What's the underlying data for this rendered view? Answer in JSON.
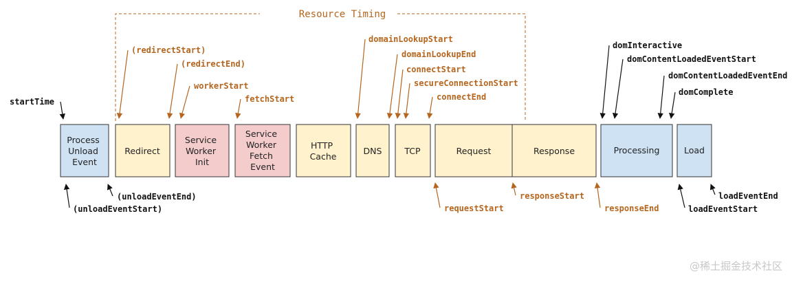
{
  "title": "Resource Timing",
  "watermark": "@稀土掘金技术社区",
  "colors": {
    "blue_fill": "#cfe2f3",
    "yellow_fill": "#fff2cc",
    "pink_fill": "#f4cccc",
    "box_stroke": "#333333",
    "orange": "#b5651d",
    "black": "#111111"
  },
  "boxes": [
    {
      "id": "process-unload-event",
      "lines": [
        "Process",
        "Unload",
        "Event"
      ]
    },
    {
      "id": "redirect",
      "lines": [
        "Redirect"
      ]
    },
    {
      "id": "service-worker-init",
      "lines": [
        "Service",
        "Worker",
        "Init"
      ]
    },
    {
      "id": "service-worker-fetch-event",
      "lines": [
        "Service",
        "Worker",
        "Fetch",
        "Event"
      ]
    },
    {
      "id": "http-cache",
      "lines": [
        "HTTP",
        "Cache"
      ]
    },
    {
      "id": "dns",
      "lines": [
        "DNS"
      ]
    },
    {
      "id": "tcp",
      "lines": [
        "TCP"
      ]
    },
    {
      "id": "request",
      "lines": [
        "Request"
      ]
    },
    {
      "id": "response",
      "lines": [
        "Response"
      ]
    },
    {
      "id": "processing",
      "lines": [
        "Processing"
      ]
    },
    {
      "id": "load",
      "lines": [
        "Load"
      ]
    }
  ],
  "labels": {
    "start_time": "startTime",
    "unload_event_start": "(unloadEventStart)",
    "unload_event_end": "(unloadEventEnd)",
    "redirect_start": "(redirectStart)",
    "redirect_end": "(redirectEnd)",
    "worker_start": "workerStart",
    "fetch_start": "fetchStart",
    "domain_lookup_start": "domainLookupStart",
    "domain_lookup_end": "domainLookupEnd",
    "connect_start": "connectStart",
    "secure_connection_start": "secureConnectionStart",
    "connect_end": "connectEnd",
    "request_start": "requestStart",
    "response_start": "responseStart",
    "response_end": "responseEnd",
    "dom_interactive": "domInteractive",
    "dom_content_loaded_event_start": "domContentLoadedEventStart",
    "dom_content_loaded_event_end": "domContentLoadedEventEnd",
    "dom_complete": "domComplete",
    "load_event_start": "loadEventStart",
    "load_event_end": "loadEventEnd"
  }
}
